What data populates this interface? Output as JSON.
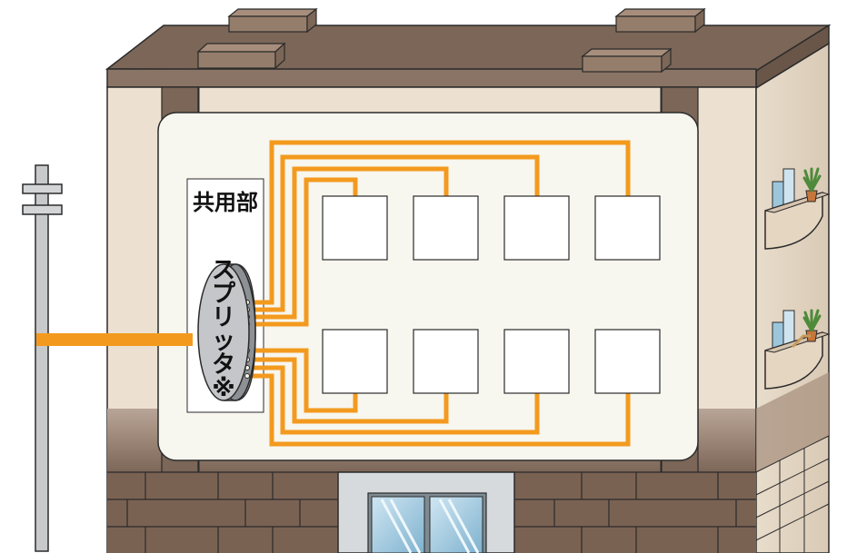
{
  "labels": {
    "common_area": "共用部",
    "splitter": "スプリッタ※"
  },
  "colors": {
    "fiber": "#f39a1e",
    "roof": "#7b6657",
    "wall": "#ece1d0",
    "panel": "#f7f6ef",
    "brick": "#7a6253"
  },
  "units": {
    "upper_row_count": 4,
    "lower_row_count": 4
  }
}
